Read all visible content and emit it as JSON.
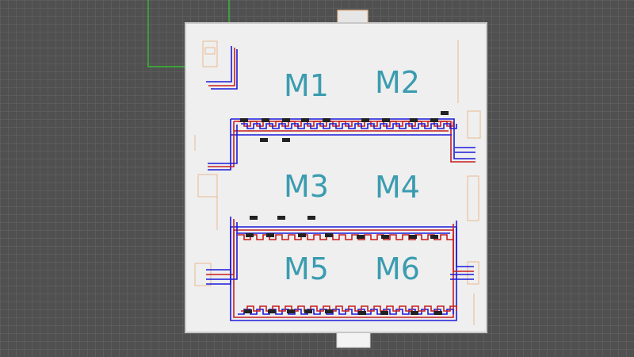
{
  "rooms": [
    {
      "id": "m1",
      "label": "M1"
    },
    {
      "id": "m2",
      "label": "M2"
    },
    {
      "id": "m3",
      "label": "M3"
    },
    {
      "id": "m4",
      "label": "M4"
    },
    {
      "id": "m5",
      "label": "M5"
    },
    {
      "id": "m6",
      "label": "M6"
    }
  ],
  "colors": {
    "canvas_background": "#505050",
    "grid_line": "#5c5c5c",
    "floor": "#efefef",
    "wall": "#c8c8c8",
    "supply_pipe": "#1a1adc",
    "return_pipe": "#c81e1e",
    "fixture": "#e8b890",
    "room_label": "#3b9cb0",
    "outline": "#2fcf2f",
    "radiator": "#222222"
  }
}
